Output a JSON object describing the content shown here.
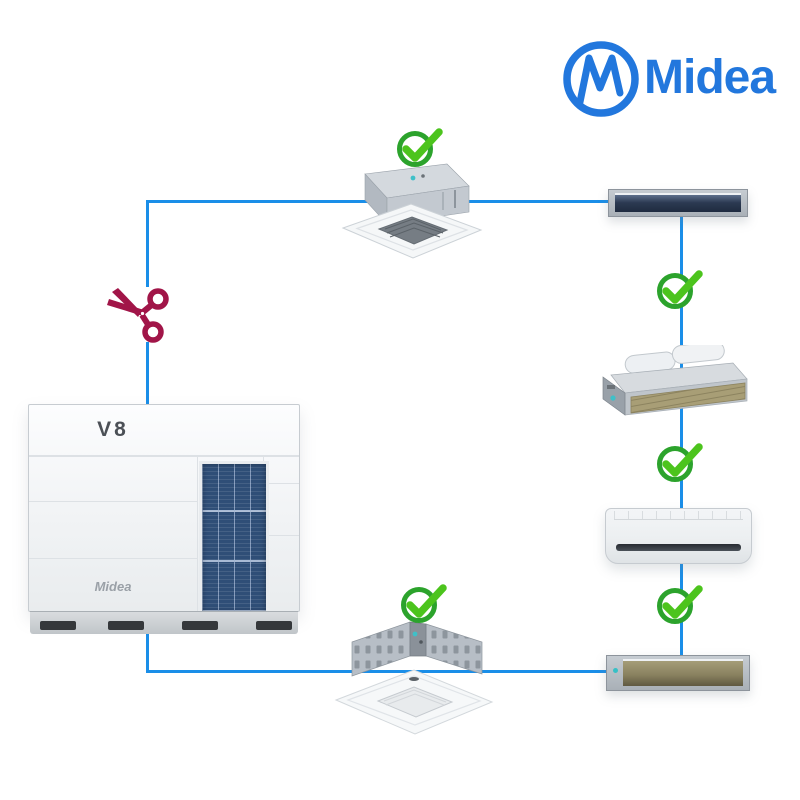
{
  "brand": {
    "logo_text": "Midea"
  },
  "outdoor_unit": {
    "model_label": "V8",
    "brand_label": "Midea"
  },
  "icons": {
    "scissors_icon": "✂",
    "check_icon": "✓",
    "midea_logo_icon": "circle-M"
  },
  "colors": {
    "connection_line_blue": "#1a8ee8",
    "brand_blue": "#2277dd",
    "check_ring_green": "#2ca32c",
    "check_mark_green": "#4cc41d",
    "scissors_crimson": "#a11548",
    "coil_blue": "#2f4e77"
  },
  "diagram": {
    "type": "hvac-connection-diagram",
    "outdoor_unit": "Midea V8 VRF outdoor unit",
    "indoor_units": [
      "4-way cassette (top center)",
      "slim concealed duct (top right)",
      "middle static pressure duct (right)",
      "wall-mounted high wall (right)",
      "slim concealed duct (bottom right)",
      "4-way compact cassette (bottom center)"
    ],
    "approved_checkmarks": 5,
    "cut_connection": "scissors mark on outdoor-to-branch line"
  }
}
